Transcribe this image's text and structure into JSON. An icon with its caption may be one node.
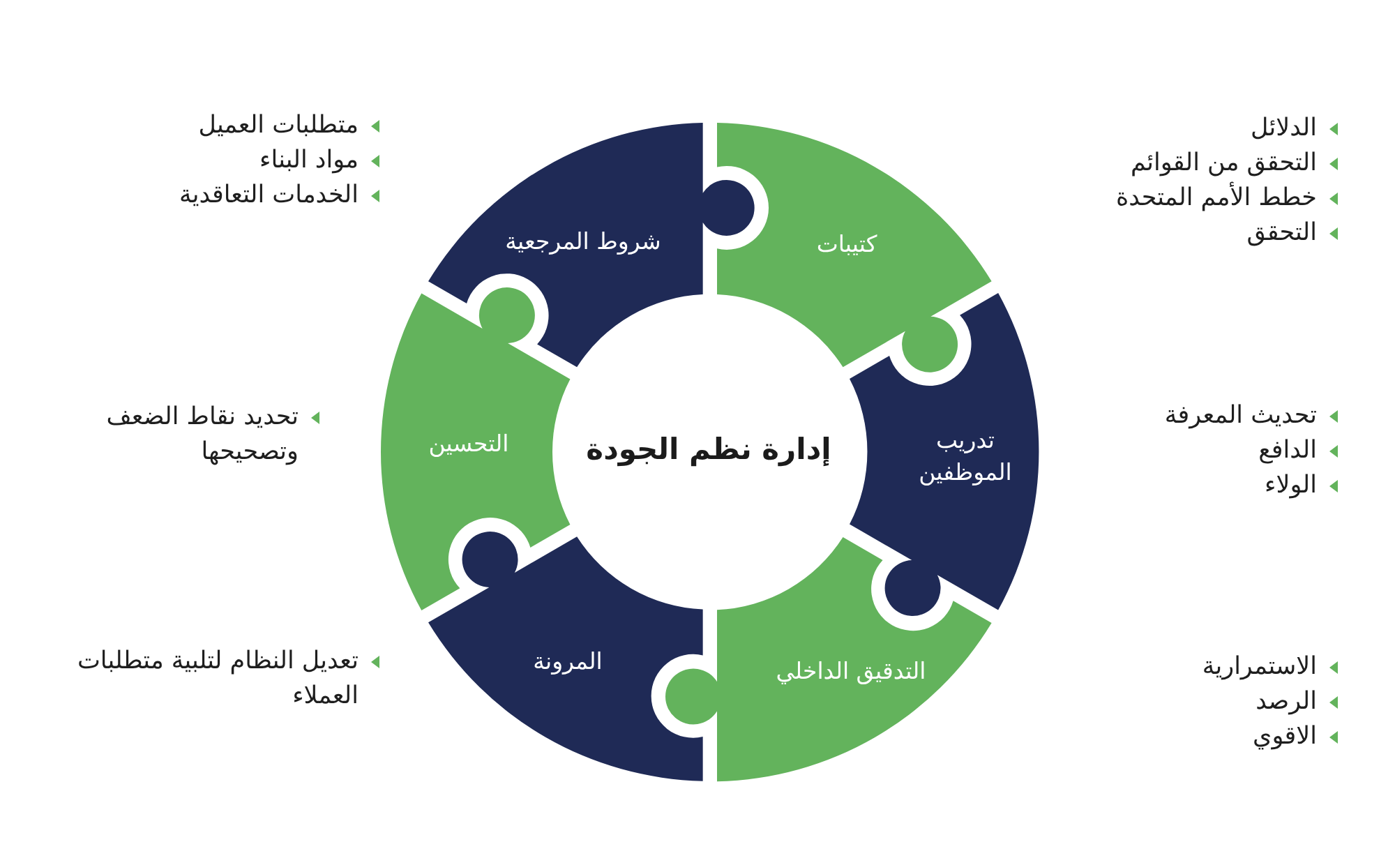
{
  "diagram": {
    "nodes": [
      {
        "text": [
          "إدارة نظم الجودة"
        ]
      },
      {
        "text": [
          "كتيبات"
        ],
        "beside": [
          "الدلائل",
          "التحقق من القوائم",
          "خطط الأمم المتحدة",
          "التحقق"
        ]
      },
      {
        "text": [
          "تدريب الموظفين"
        ],
        "beside": [
          "تحديث المعرفة",
          "الدافع",
          "الولاء"
        ]
      },
      {
        "text": [
          "التدقيق الداخلي"
        ],
        "beside": [
          "الاستمرارية",
          "الرصد",
          "الاقوي"
        ]
      },
      {
        "text": [
          "المرونة"
        ],
        "beside": [
          "تعديل النظام لتلبية متطلبات العملاء"
        ]
      },
      {
        "text": [
          "التحسين"
        ],
        "beside": [
          "تحديد نقاط الضعف وتصحيحها"
        ]
      },
      {
        "text": [
          "شروط المرجعية"
        ],
        "beside": [
          "متطلبات العميل",
          "مواد البناء",
          "الخدمات التعاقدية"
        ]
      }
    ]
  }
}
